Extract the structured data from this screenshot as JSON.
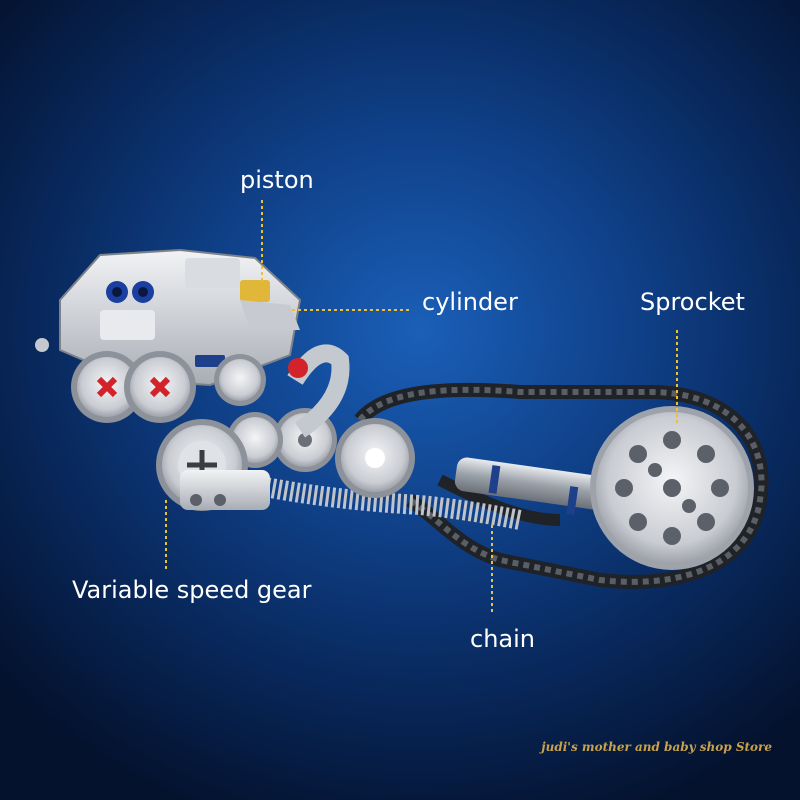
{
  "labels": {
    "piston": "piston",
    "cylinder": "cylinder",
    "sprocket": "Sprocket",
    "variable_speed_gear": "Variable speed gear",
    "chain": "chain"
  },
  "watermark": "judi's mother and baby shop Store",
  "colors": {
    "background_center": "#1a5fb8",
    "background_edge": "#04122e",
    "leader_line": "#e8c23a",
    "gear_silver": "#c9ccd2",
    "chain_dark": "#2b2e33",
    "axle_red": "#d2232a",
    "eye_blue": "#1b3fa0"
  }
}
